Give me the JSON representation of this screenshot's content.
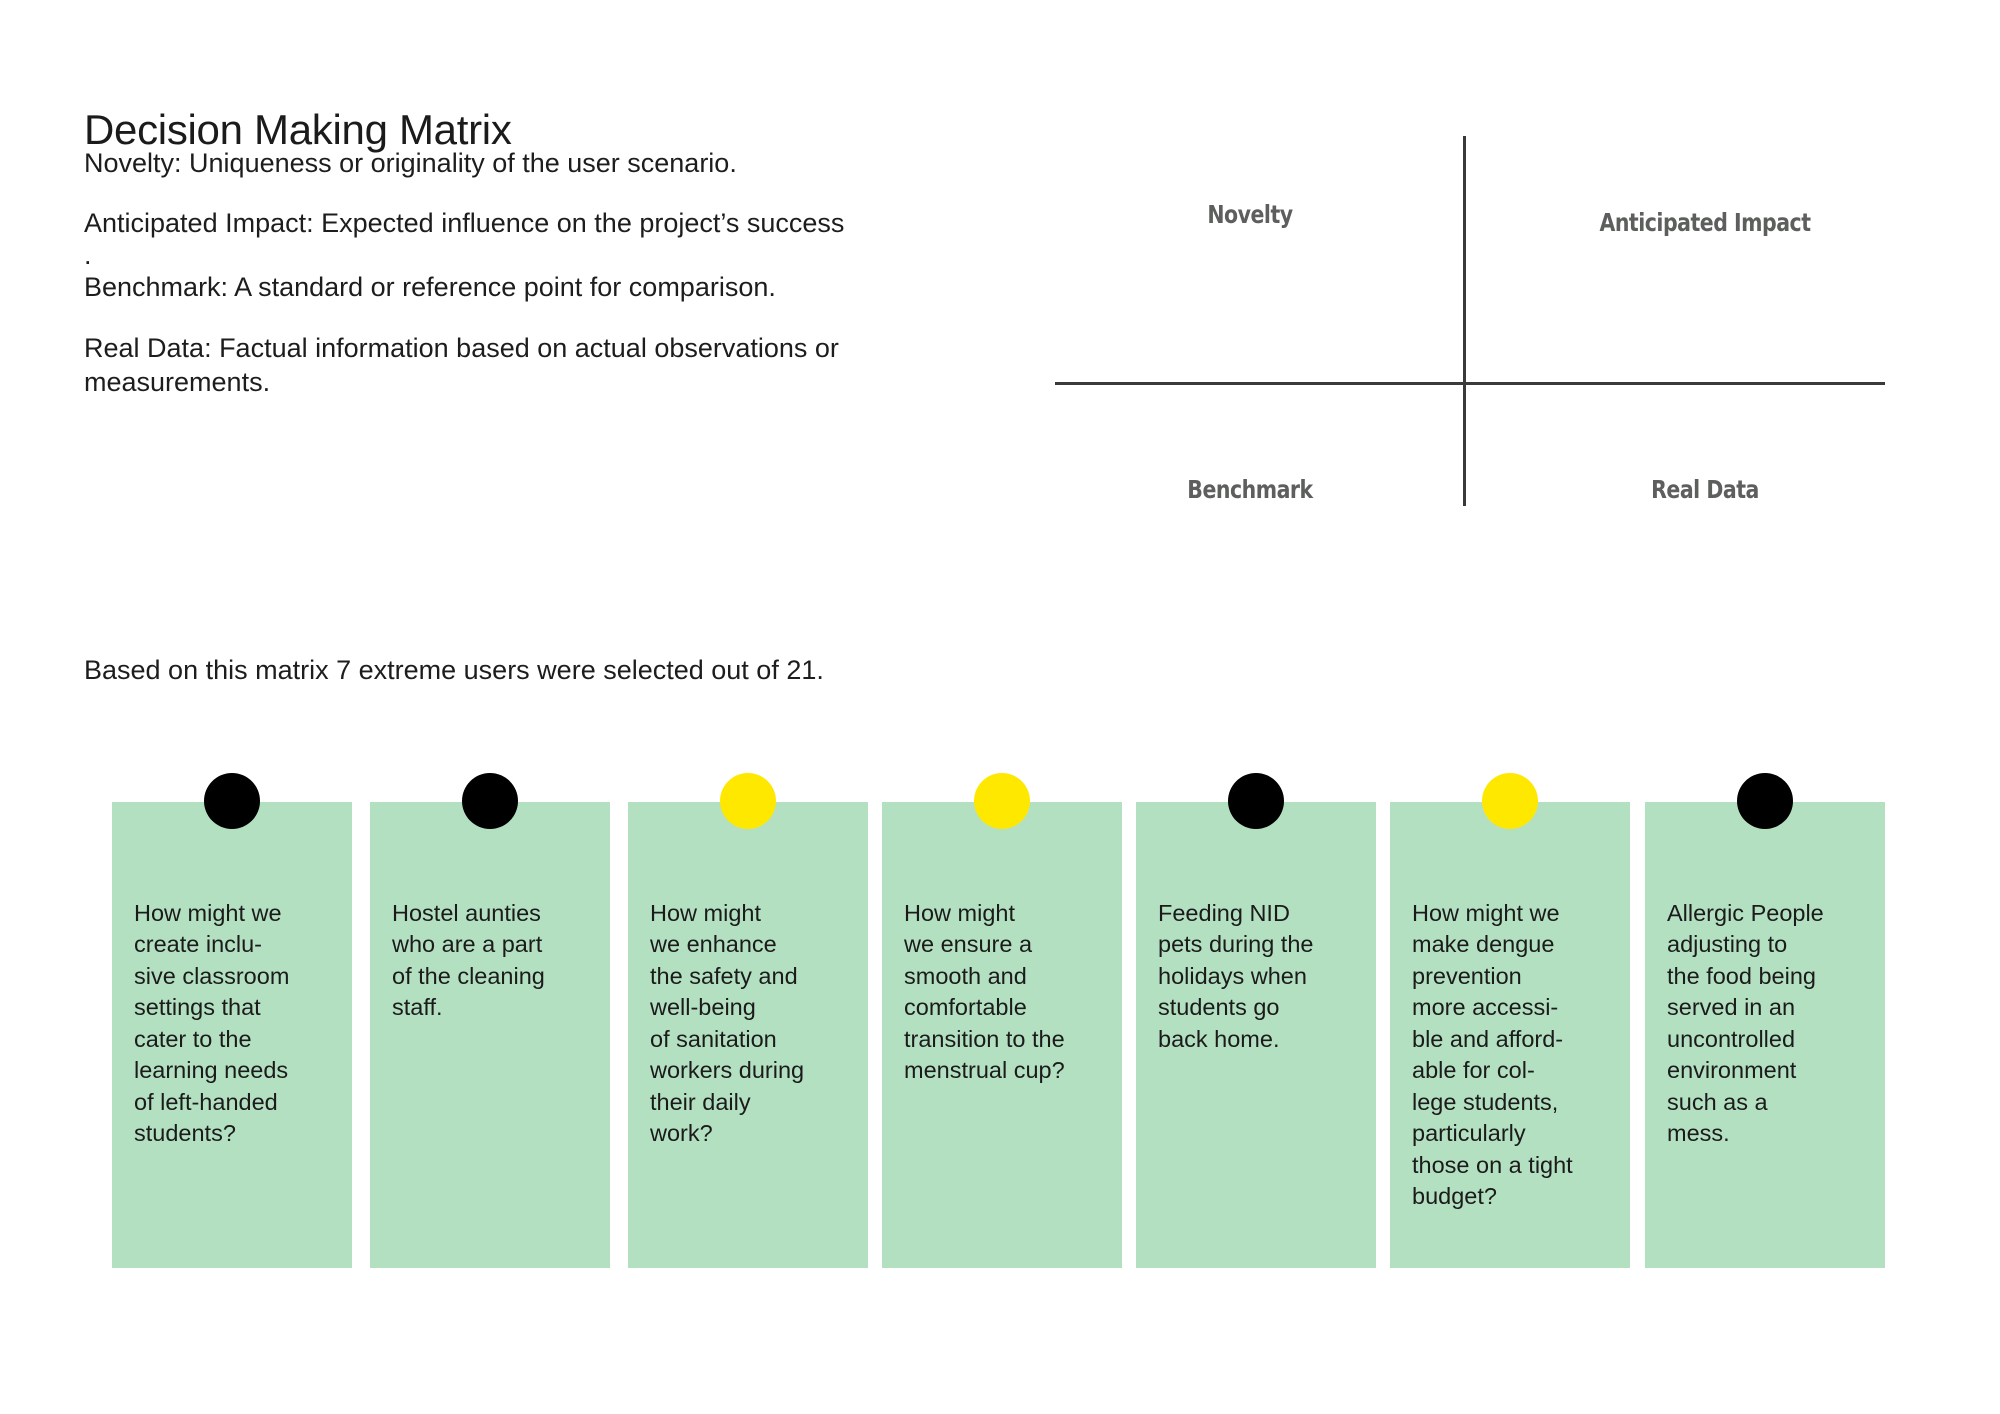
{
  "page": {
    "title": "Decision Making Matrix",
    "definitions": [
      "Novelty: Uniqueness or originality of the user scenario.",
      "Anticipated Impact: Expected influence on the project’s success",
      ".",
      "Benchmark: A standard or reference point for comparison.",
      "Real Data: Factual information based on actual observations or measurements."
    ],
    "summary": "Based on this matrix 7 extreme users were selected out of 21."
  },
  "matrix": {
    "quadrants": [
      {
        "label": "Novelty",
        "position": "top-left"
      },
      {
        "label": "Anticipated Impact",
        "position": "top-right"
      },
      {
        "label": "Benchmark",
        "position": "bottom-left"
      },
      {
        "label": "Real Data",
        "position": "bottom-right"
      }
    ],
    "axis_color": "#3a3a3a",
    "label_color": "#5c5f5c"
  },
  "colors": {
    "card_green": "#b4e0c2",
    "pin_black": "#000000",
    "pin_yellow": "#ffe800"
  },
  "cards": [
    {
      "pin_color": "#000000",
      "pin_type": "black-dot",
      "text": "How might we\ncreate inclu-\nsive classroom\nsettings that\ncater to the\nlearning needs\nof left-handed\nstudents?"
    },
    {
      "pin_color": "#000000",
      "pin_type": "black-dot",
      "text": "Hostel aunties\nwho are a part\nof the cleaning\nstaff."
    },
    {
      "pin_color": "#ffe800",
      "pin_type": "yellow-dot",
      "text": "How might\nwe enhance\nthe safety and\nwell-being\nof sanitation\nworkers during\ntheir daily\nwork?"
    },
    {
      "pin_color": "#ffe800",
      "pin_type": "yellow-dot",
      "text": "How might\nwe ensure a\nsmooth and\ncomfortable\ntransition to the\nmenstrual cup?"
    },
    {
      "pin_color": "#000000",
      "pin_type": "black-dot",
      "text": "Feeding NID\npets during the\nholidays when\nstudents go\nback home."
    },
    {
      "pin_color": "#ffe800",
      "pin_type": "yellow-dot",
      "text": "How might we\nmake dengue\nprevention\nmore accessi-\nble and afford-\nable for col-\nlege students,\nparticularly\nthose on a tight\nbudget?"
    },
    {
      "pin_color": "#000000",
      "pin_type": "black-dot",
      "text": "Allergic People\nadjusting to\nthe food being\nserved in an\nuncontrolled\nenvironment\nsuch as a\nmess."
    }
  ]
}
